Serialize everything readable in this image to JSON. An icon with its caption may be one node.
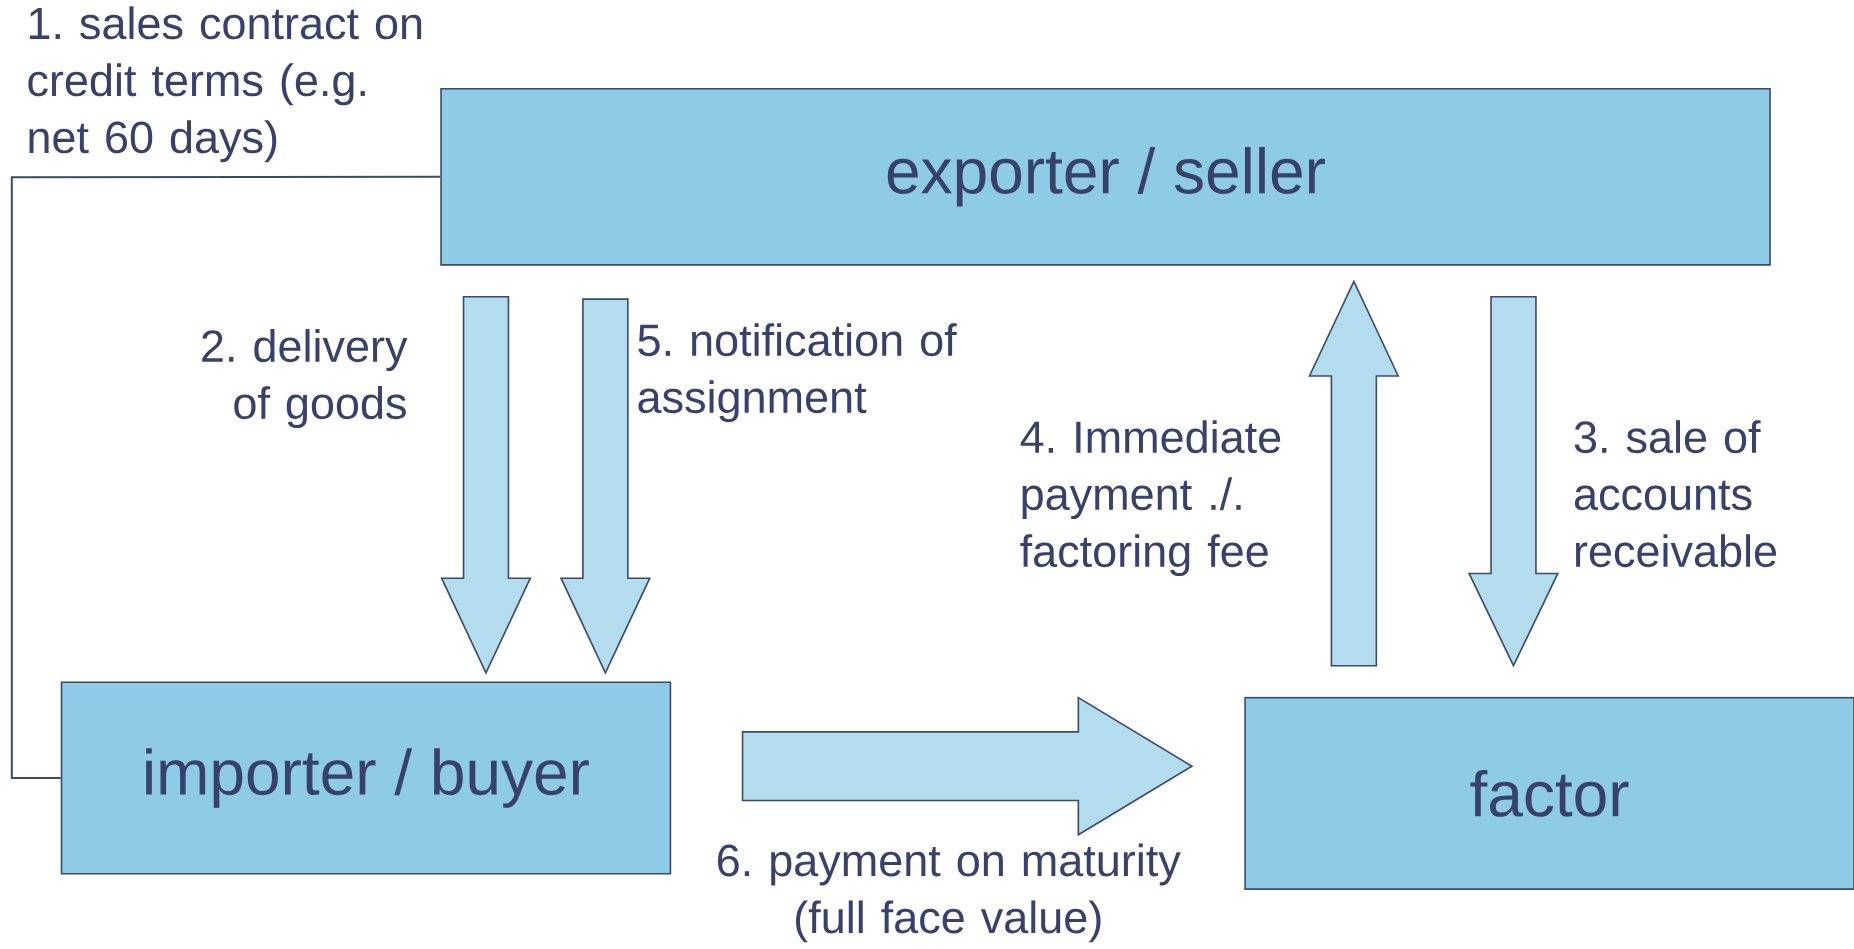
{
  "diagram": {
    "nodes": [
      {
        "text": [
          "exporter / seller"
        ]
      },
      {
        "text": [
          "importer / buyer"
        ]
      },
      {
        "text": [
          "factor"
        ]
      }
    ],
    "edges": [
      {
        "from": 0,
        "to": 1,
        "arrow": "none",
        "label": "1. sales contract on credit terms (e.g. net 60 days)"
      },
      {
        "from": 0,
        "to": 1,
        "arrow": "to",
        "label": "2. delivery of goods"
      },
      {
        "from": 0,
        "to": 1,
        "arrow": "to",
        "label": "5. notification of assignment"
      },
      {
        "from": 2,
        "to": 0,
        "arrow": "to",
        "label": "4. Immediate payment ./. factoring fee"
      },
      {
        "from": 0,
        "to": 2,
        "arrow": "to",
        "label": "3. sale of accounts receivable"
      },
      {
        "from": 1,
        "to": 2,
        "arrow": "to",
        "label": "6. payment on maturity (full face value)"
      }
    ]
  }
}
